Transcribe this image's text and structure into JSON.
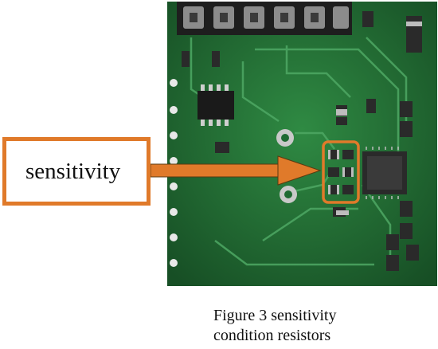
{
  "callout": {
    "label": "sensitivity"
  },
  "caption": {
    "line1": "Figure 3 sensitivity",
    "line2": "condition resistors"
  },
  "colors": {
    "pcb": "#1f6a32",
    "highlight": "#e07a2a",
    "silkscreen": "#d9d9d9",
    "chip": "#2a2a2a"
  }
}
